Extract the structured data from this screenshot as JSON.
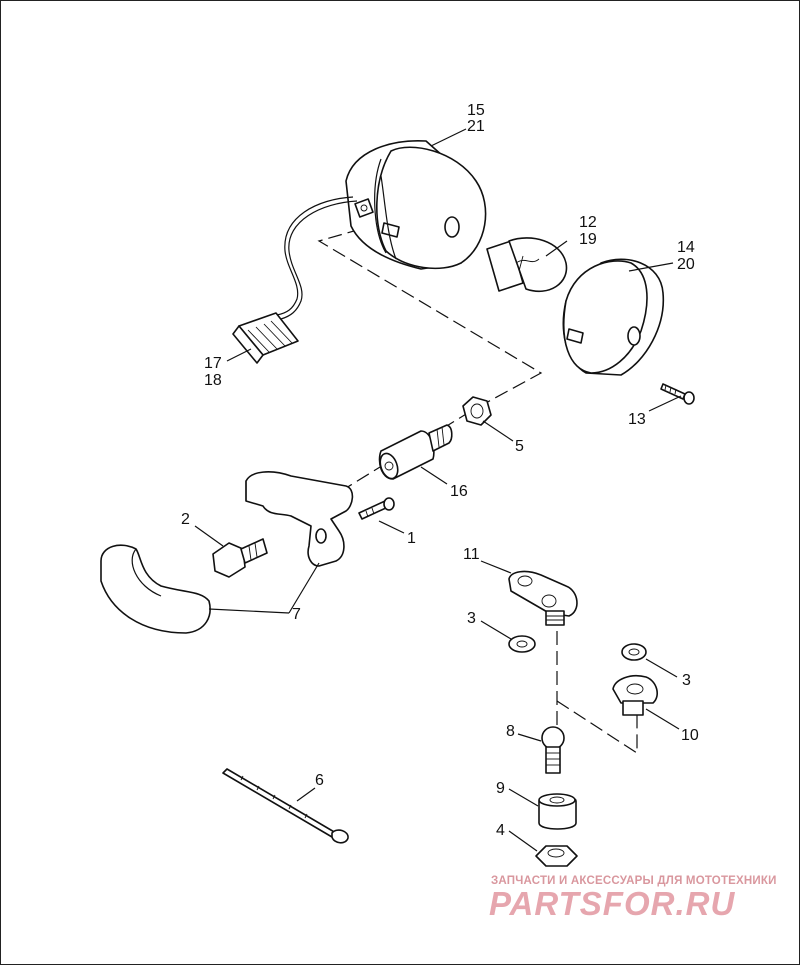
{
  "callouts": {
    "c15": "15",
    "c21": "21",
    "c12": "12",
    "c19": "19",
    "c14": "14",
    "c20": "20",
    "c17": "17",
    "c18": "18",
    "c13": "13",
    "c5": "5",
    "c16": "16",
    "c2": "2",
    "c1": "1",
    "c7": "7",
    "c11": "11",
    "c3a": "3",
    "c3b": "3",
    "c10": "10",
    "c8": "8",
    "c9": "9",
    "c4": "4",
    "c6": "6"
  },
  "watermark": {
    "tagline": "ЗАПЧАСТИ И АКСЕССУАРЫ ДЛЯ МОТОТЕХНИКИ",
    "logo": "PARTSFOR.RU"
  }
}
